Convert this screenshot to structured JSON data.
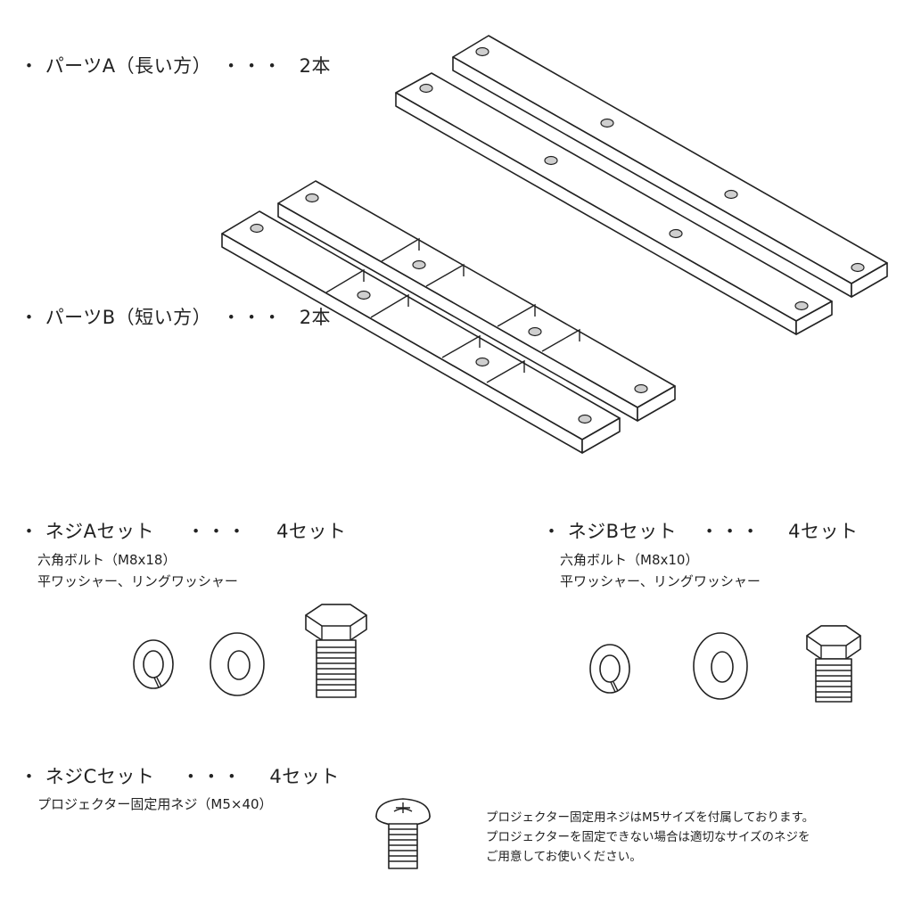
{
  "parts_a": {
    "name": "パーツA（長い方）",
    "dots": "・・・",
    "qty": "2本"
  },
  "parts_b": {
    "name": "パーツB（短い方）",
    "dots": "・・・",
    "qty": "2本"
  },
  "screw_a": {
    "name": "ネジAセット",
    "dots": "・・・",
    "qty": "4セット",
    "line1": "六角ボルト（M8x18）",
    "line2": "平ワッシャー、リングワッシャー"
  },
  "screw_b": {
    "name": "ネジBセット",
    "dots": "・・・",
    "qty": "4セット",
    "line1": "六角ボルト（M8x10）",
    "line2": "平ワッシャー、リングワッシャー"
  },
  "screw_c": {
    "name": "ネジCセット",
    "dots": "・・・",
    "qty": "4セット",
    "line1": "プロジェクター固定用ネジ（M5×40）"
  },
  "note": {
    "line1": "プロジェクター固定用ネジはM5サイズを付属しております。",
    "line2": "プロジェクターを固定できない場合は適切なサイズのネジを",
    "line3": "ご用意してお使いください。"
  },
  "icons": [
    "long-bar-icon",
    "short-bar-icon",
    "spring-washer-icon",
    "flat-washer-icon",
    "hex-bolt-icon",
    "pan-head-screw-icon"
  ]
}
